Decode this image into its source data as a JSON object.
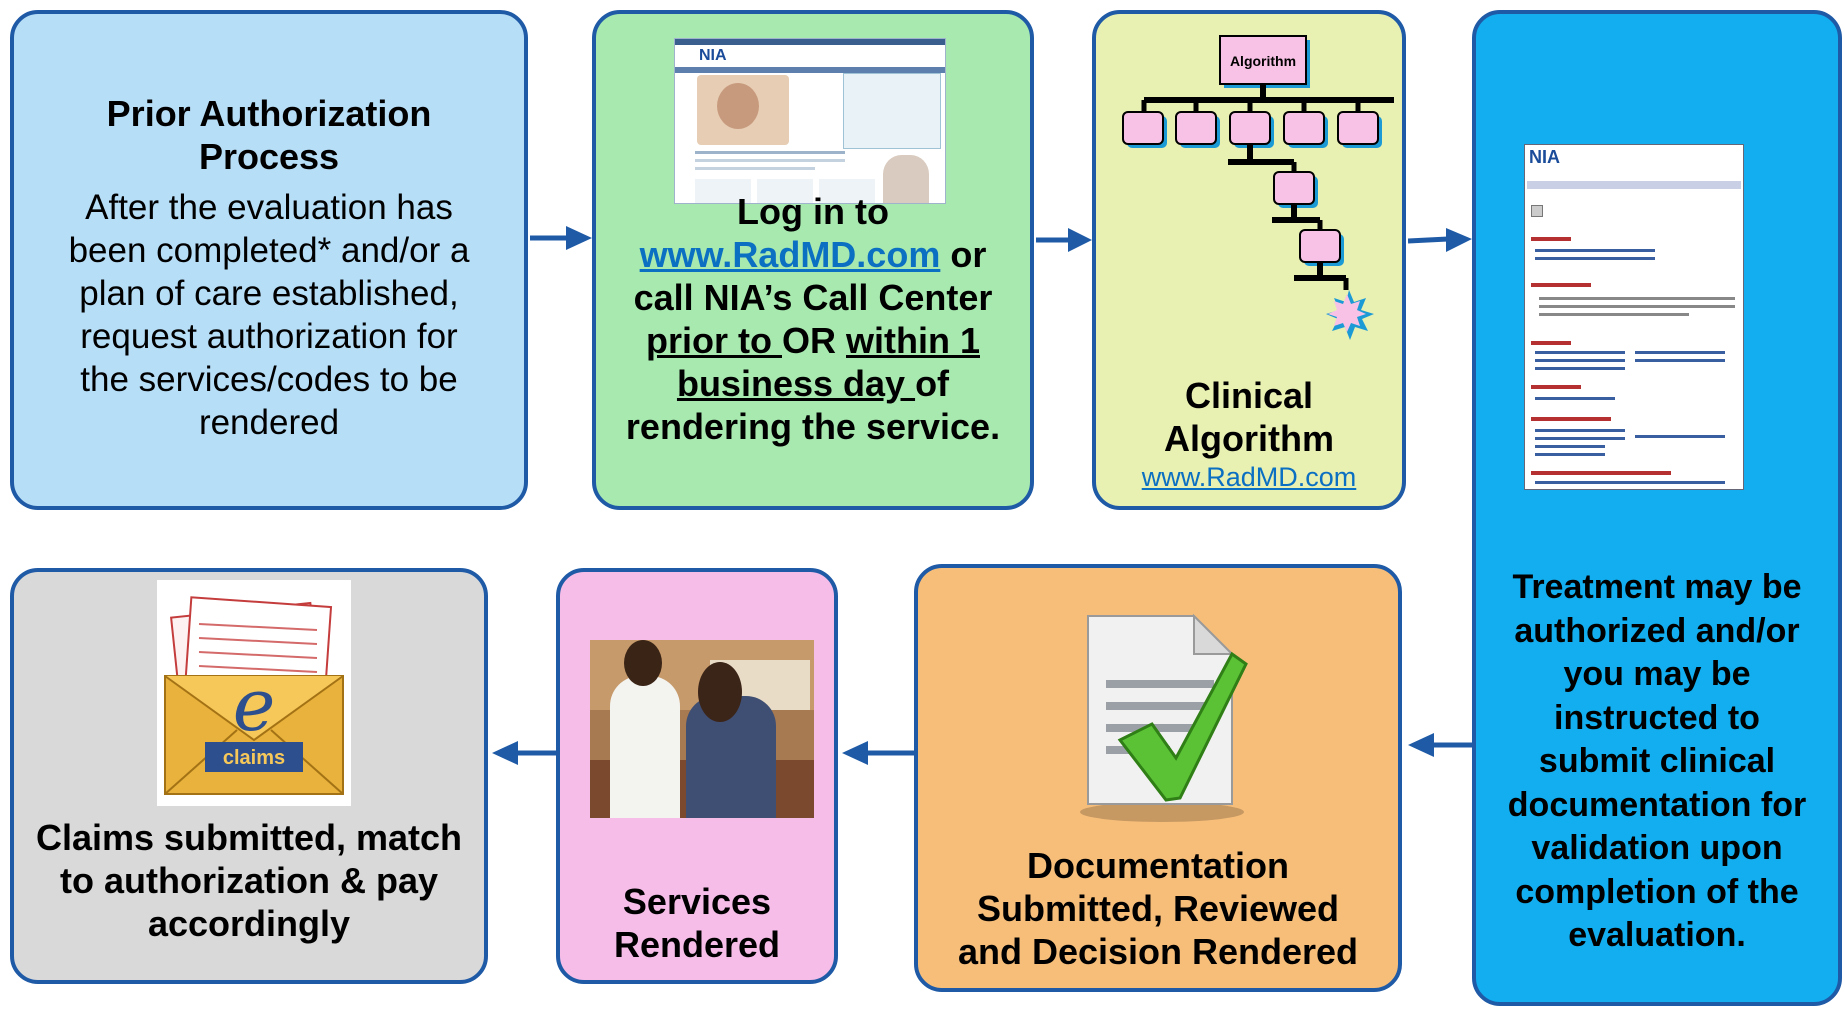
{
  "step1": {
    "title": "Prior Authorization Process",
    "body": "After the evaluation has been completed* and/or a plan of care established, request authorization for the services/codes to be rendered"
  },
  "step2": {
    "prefix": "Log in to ",
    "link": "www.RadMD.com",
    "mid": " or call NIA’s Call Center ",
    "u1": "prior to ",
    "or": "OR ",
    "u2": "within 1 business day ",
    "suffix": "of rendering the service.",
    "screenshot_logo": "NIA"
  },
  "step3": {
    "title": "Clinical Algorithm",
    "link": "www.RadMD.com",
    "algo_label": "Algorithm"
  },
  "step4": {
    "body": "Treatment may be authorized and/or you may be instructed to submit clinical documentation for validation upon completion of the evaluation.",
    "screenshot_logo": "NIA"
  },
  "step5": {
    "title": "Documentation Submitted, Reviewed and Decision Rendered"
  },
  "step6": {
    "title": "Services Rendered"
  },
  "step7": {
    "title": "Claims submitted, match to authorization & pay accordingly",
    "icon_letter": "e",
    "icon_word": "claims"
  },
  "colors": {
    "border": "#1f5aa6",
    "arrow": "#1f5aa6",
    "step1": "#b7def7",
    "step2": "#a8e9b0",
    "step3": "#e8f0b2",
    "step4": "#12aef0",
    "step5": "#f7be7a",
    "step6": "#f5bde8",
    "step7": "#d9d9d9"
  }
}
